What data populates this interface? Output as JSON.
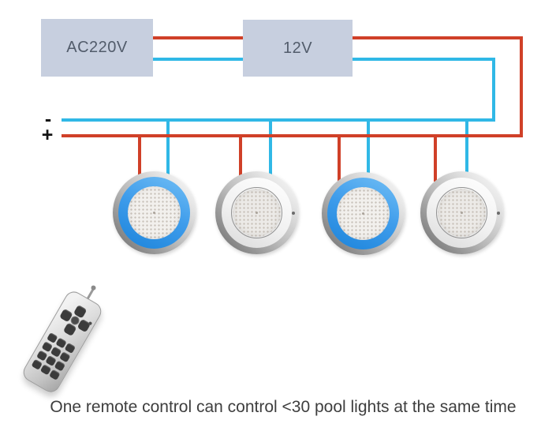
{
  "diagram": {
    "ac_box": {
      "label": "AC220V"
    },
    "dc_box": {
      "label": "12V"
    },
    "bus": {
      "negative_label": "-",
      "positive_label": "+"
    },
    "colors": {
      "positive_wire": "#d04028",
      "negative_wire": "#30b8e6",
      "power_box_fill": "#c7cfdf",
      "power_box_text": "#525c6b",
      "blue_ring": "#3e9ceb"
    },
    "lights": [
      {
        "id": 1,
        "style": "blue-ring"
      },
      {
        "id": 2,
        "style": "stainless"
      },
      {
        "id": 3,
        "style": "blue-ring"
      },
      {
        "id": 4,
        "style": "stainless"
      }
    ],
    "remote": {
      "type": "rf-remote-control",
      "dpad_buttons": [
        "up",
        "left",
        "center",
        "right",
        "down"
      ],
      "grid_button_count": 12,
      "has_antenna": true
    },
    "caption": "One remote control can control <30 pool lights at the same time"
  }
}
